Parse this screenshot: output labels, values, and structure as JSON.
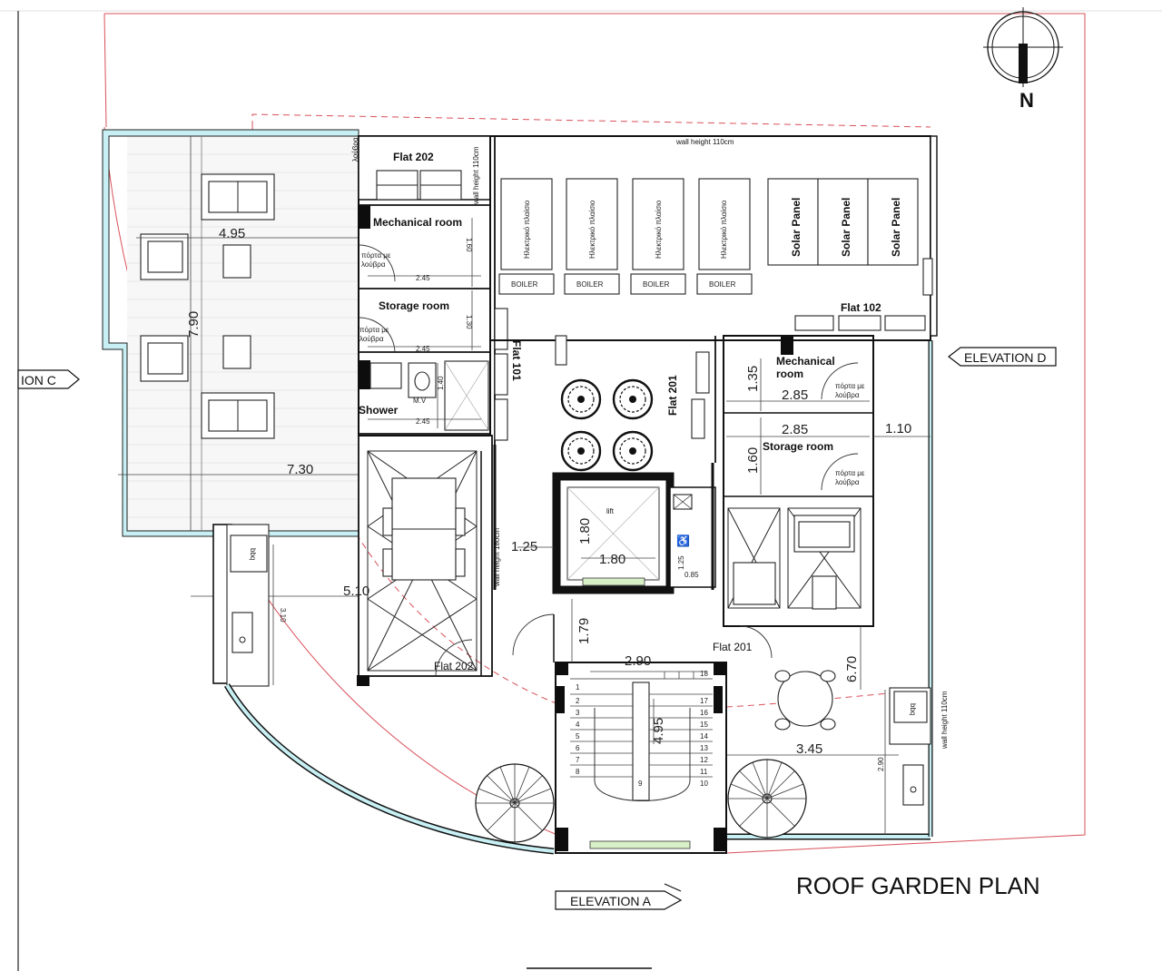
{
  "title": "ROOF GARDEN PLAN",
  "north": "N",
  "elevations": {
    "a": "ELEVATION A",
    "c": "ION C",
    "d": "ELEVATION D"
  },
  "rooms": {
    "flat_202_top": "Flat 202",
    "mechanical_room_left": "Mechanical room",
    "storage_room_left": "Storage room",
    "shower": "Shower",
    "flat_101": "Flat 101",
    "flat_201_vertical": "Flat 201",
    "flat_102": "Flat 102",
    "mechanical_room_right_1": "Mechanical",
    "mechanical_room_right_2": "room",
    "storage_room_right": "Storage room",
    "flat_201_lower": "Flat 201",
    "flat_202_lower": "Flat 202",
    "lift": "lift"
  },
  "notes": {
    "wall_height_top": "wall height 110cm",
    "wall_height_side_top": "wall height 110cm",
    "wall_height_left": "wall height 180cm",
    "wall_height_right": "wall height 110cm",
    "door_louver_1": "πόρτα με",
    "door_louver_2": "λούβρα",
    "louver_top": "λούβρα",
    "mv": "M.V",
    "boiler": "BOILER",
    "electric_panel": "Ηλεκτρικό πλαίσιο",
    "solar_panel": "Solar Panel",
    "bbq": "bbq"
  },
  "dimensions": {
    "d_4_95_left": "4.95",
    "d_7_90": "7.90",
    "d_7_30": "7.30",
    "d_5_10": "5.10",
    "d_3_10": "3.10",
    "d_1_60_left": "1.60",
    "d_2_45_a": "2.45",
    "d_1_30": "1.30",
    "d_2_45_b": "2.45",
    "d_1_40": "1.40",
    "d_2_45_c": "2.45",
    "d_1_25": "1.25",
    "d_1_80_v": "1.80",
    "d_1_80_h": "1.80",
    "d_1_25_small": "1.25",
    "d_0_85": "0.85",
    "d_1_79": "1.79",
    "d_2_90": "2.90",
    "d_4_95_stair": "4.95",
    "d_1_35": "1.35",
    "d_2_85_a": "2.85",
    "d_2_85_b": "2.85",
    "d_1_10": "1.10",
    "d_1_60_right": "1.60",
    "d_6_70": "6.70",
    "d_3_45": "3.45",
    "d_2_90_small": "2.90"
  },
  "stair_steps": [
    "1",
    "2",
    "3",
    "4",
    "5",
    "6",
    "7",
    "8",
    "9",
    "10",
    "11",
    "12",
    "13",
    "14",
    "15",
    "16",
    "17",
    "18"
  ],
  "colors": {
    "glass_edge": "#c8f0f4",
    "boundary_red": "#d9505a",
    "wall": "#111111"
  }
}
